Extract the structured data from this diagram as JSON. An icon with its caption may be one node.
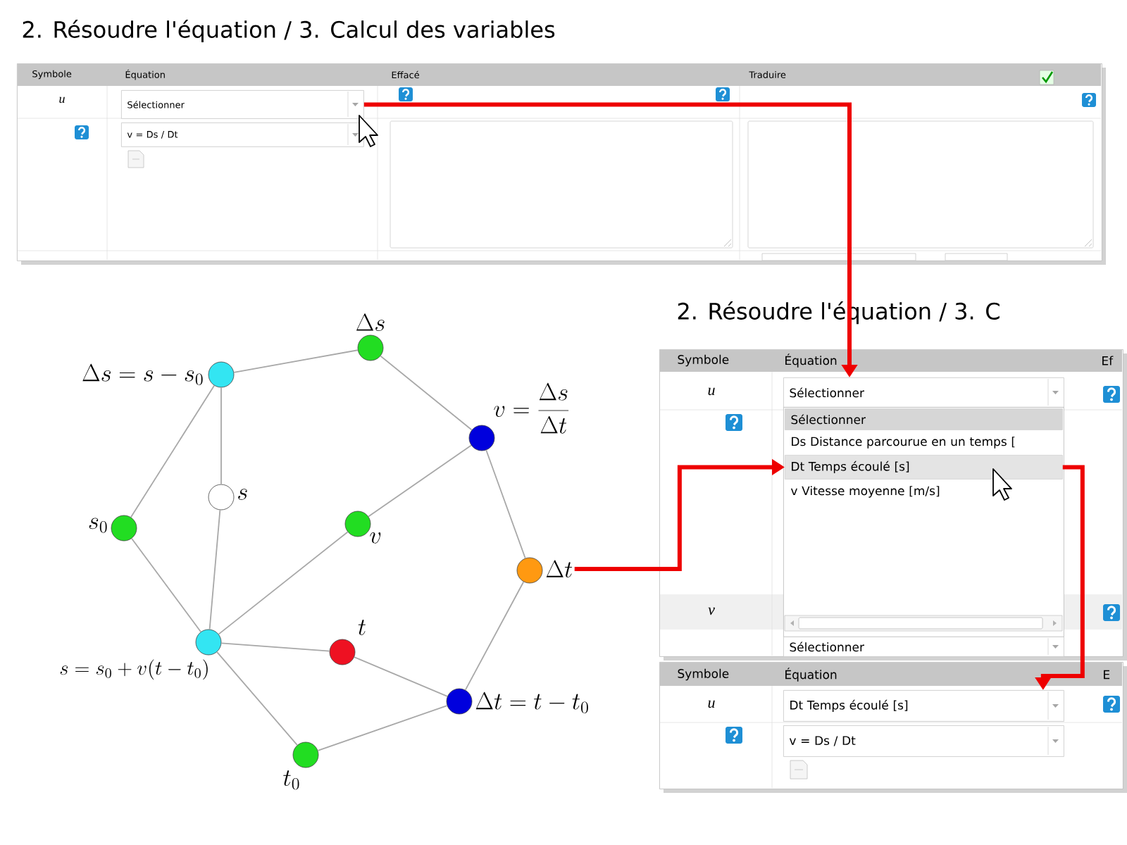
{
  "diagram": {
    "nodes": [
      {
        "text": [],
        "shape": "circle",
        "beside": [
          "\\Delta s = s - s_0"
        ]
      },
      {
        "text": [],
        "shape": "circle",
        "beside": [
          "\\Delta s"
        ]
      },
      {
        "text": [],
        "shape": "circle",
        "beside": [
          "v = \\frac{\\Delta s}{\\Delta t}"
        ]
      },
      {
        "text": [],
        "shape": "circle",
        "beside": [
          "s"
        ]
      },
      {
        "text": [],
        "shape": "circle",
        "beside": [
          "s_0"
        ]
      },
      {
        "text": [],
        "shape": "circle",
        "beside": [
          "v"
        ]
      },
      {
        "text": [],
        "shape": "circle",
        "beside": [
          "\\Delta t"
        ]
      },
      {
        "text": [],
        "shape": "circle",
        "beside": [
          "s = s_0 + v(t - t_0)"
        ]
      },
      {
        "text": [],
        "shape": "circle",
        "beside": [
          "t"
        ]
      },
      {
        "text": [],
        "shape": "circle",
        "beside": [
          "\\Delta t = t - t_0"
        ]
      },
      {
        "text": [],
        "shape": "circle",
        "beside": [
          "t_0"
        ]
      },
      {
        "text": [
          "2. Résoudre l'équation / 3. Calcul des variables"
        ]
      },
      {
        "text": [
          "Sélectionner"
        ],
        "in": 11
      },
      {
        "text": [
          "v = Ds / Dt"
        ],
        "in": 11
      },
      {
        "text": [
          "2. Résoudre l'équation / 3. C"
        ]
      },
      {
        "text": [
          "Sélectionner"
        ],
        "in": 14
      },
      {
        "text": [],
        "shape": "box",
        "in": 14
      },
      {
        "text": [
          "Sélectionner"
        ],
        "in": 16
      },
      {
        "text": [
          "Ds Distance parcourue en un temps ["
        ],
        "in": 16
      },
      {
        "text": [
          "Dt Temps écoulé [s]"
        ],
        "in": 16
      },
      {
        "text": [
          "v Vitesse moyenne [m/s]"
        ],
        "in": 16
      },
      {
        "text": [
          "Sélectionner"
        ],
        "in": 14
      },
      {
        "text": [],
        "shape": "box"
      },
      {
        "text": [
          "Dt Temps écoulé [s]"
        ],
        "in": 22
      },
      {
        "text": [
          "v = Ds / Dt"
        ],
        "in": 22
      }
    ],
    "edges": [
      {
        "from": 0,
        "to": 1,
        "arrow": "none"
      },
      {
        "from": 1,
        "to": 2,
        "arrow": "none"
      },
      {
        "from": 0,
        "to": 3,
        "arrow": "none"
      },
      {
        "from": 0,
        "to": 4,
        "arrow": "none"
      },
      {
        "from": 2,
        "to": 5,
        "arrow": "none"
      },
      {
        "from": 2,
        "to": 6,
        "arrow": "none"
      },
      {
        "from": 3,
        "to": 7,
        "arrow": "none"
      },
      {
        "from": 4,
        "to": 7,
        "arrow": "none"
      },
      {
        "from": 5,
        "to": 7,
        "arrow": "none"
      },
      {
        "from": 7,
        "to": 8,
        "arrow": "none"
      },
      {
        "from": 7,
        "to": 10,
        "arrow": "none"
      },
      {
        "from": 8,
        "to": 9,
        "arrow": "none"
      },
      {
        "from": 6,
        "to": 9,
        "arrow": "none"
      },
      {
        "from": 9,
        "to": 10,
        "arrow": "none"
      },
      {
        "from": 12,
        "to": 15,
        "arrow": "to",
        "style": "thick",
        "color": "#ee0000"
      },
      {
        "from": 6,
        "to": 19,
        "arrow": "to",
        "style": "thick",
        "color": "#ee0000"
      },
      {
        "from": 19,
        "to": 23,
        "arrow": "to",
        "style": "thick",
        "color": "#ee0000"
      }
    ],
    "labels": [
      "Symbole",
      "Équation",
      "Effacé",
      "Traduire",
      "u",
      "Symbole",
      "Équation",
      "Ef",
      "u",
      "v",
      "Symbole",
      "Équation",
      "E",
      "u"
    ]
  }
}
